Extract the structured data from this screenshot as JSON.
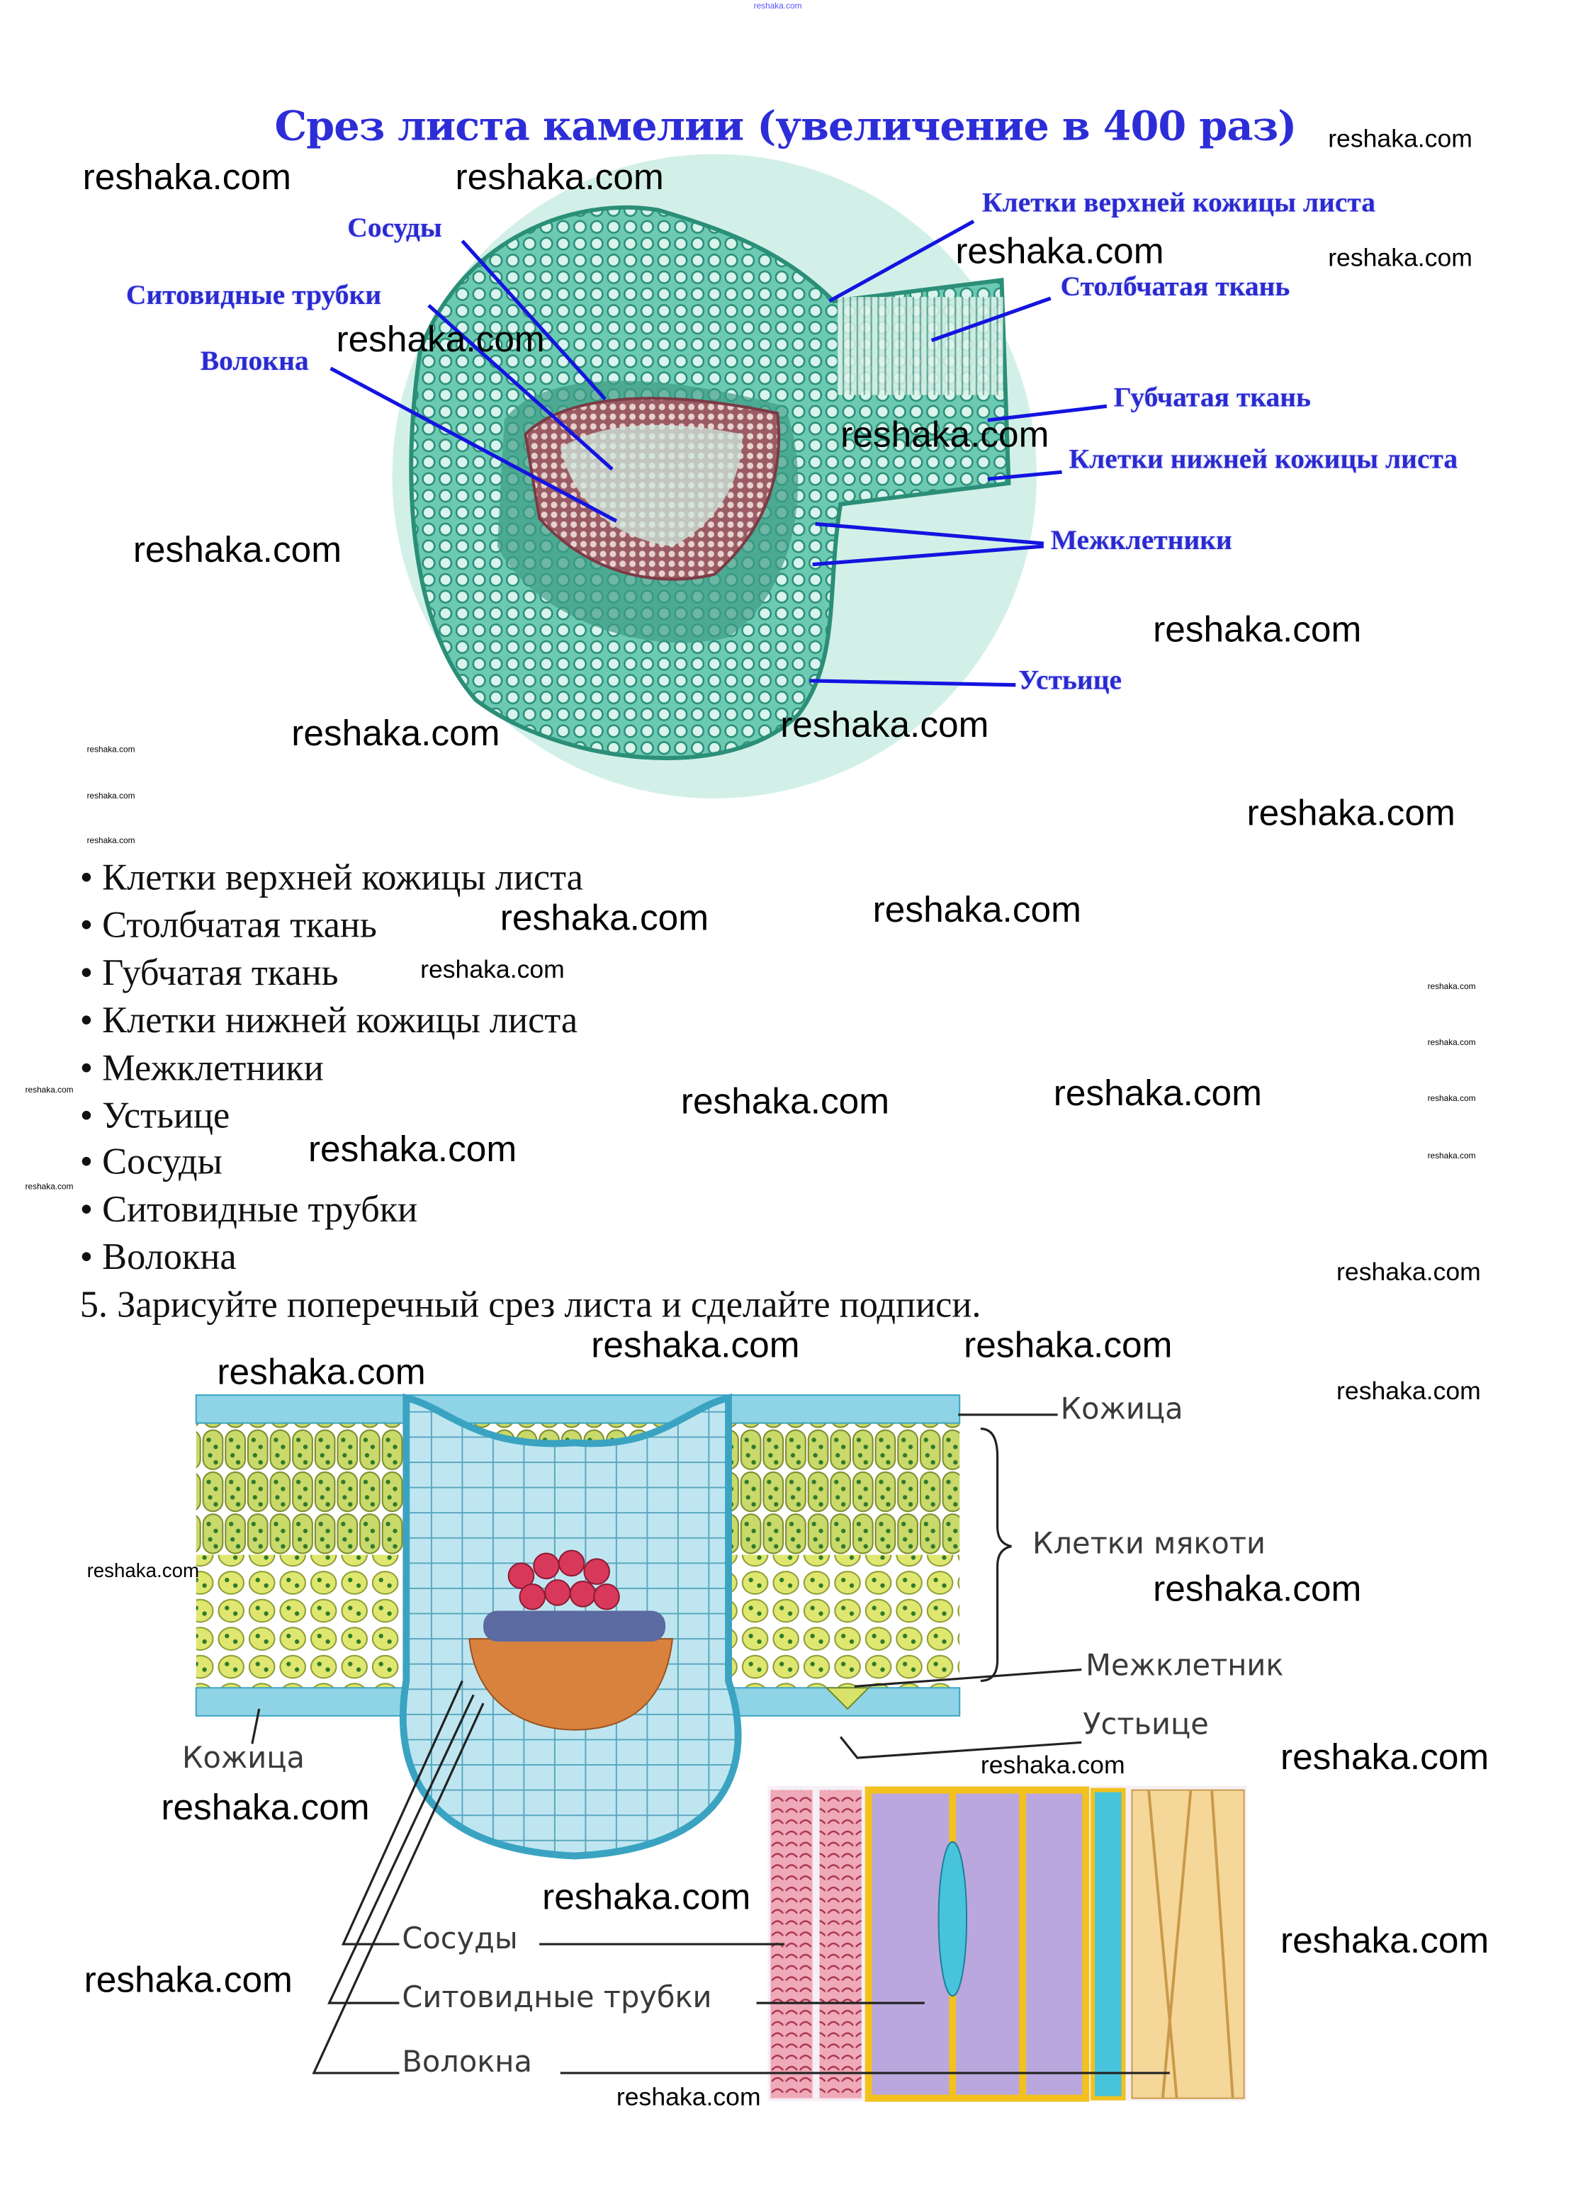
{
  "watermark": "reshaka.com",
  "top_figure": {
    "title": "Срез листа камелии (увеличение в 400 раз)",
    "labels": {
      "vessels": "Сосуды",
      "sieve_tubes": "Ситовидные трубки",
      "fibers": "Волокна",
      "upper_epidermis": "Клетки верхней кожицы листа",
      "palisade": "Столбчатая ткань",
      "spongy": "Губчатая ткань",
      "lower_epidermis": "Клетки нижней кожицы листа",
      "intercellular": "Межклетники",
      "stoma": "Устьице"
    },
    "colors": {
      "label": "#2d2dd8",
      "tissue": "#3fae95",
      "halo": "#d2f0e8"
    }
  },
  "list": [
    "• Клетки верхней кожицы листа",
    "• Столбчатая ткань",
    "• Губчатая ткань",
    "• Клетки нижней кожицы листа",
    "• Межклетники",
    "• Устьице",
    "• Сосуды",
    "• Ситовидные трубки",
    "• Волокна"
  ],
  "task": "5. Зарисуйте поперечный срез листа и сделайте подписи.",
  "bottom_figure": {
    "labels": {
      "epidermis_right": "Кожица",
      "mesophyll": "Клетки мякоти",
      "intercellular": "Межклетник",
      "stoma": "Устьице",
      "epidermis_left": "Кожица",
      "vessels": "Сосуды",
      "sieve_tubes": "Ситовидные трубки",
      "fibers": "Волокна"
    }
  }
}
